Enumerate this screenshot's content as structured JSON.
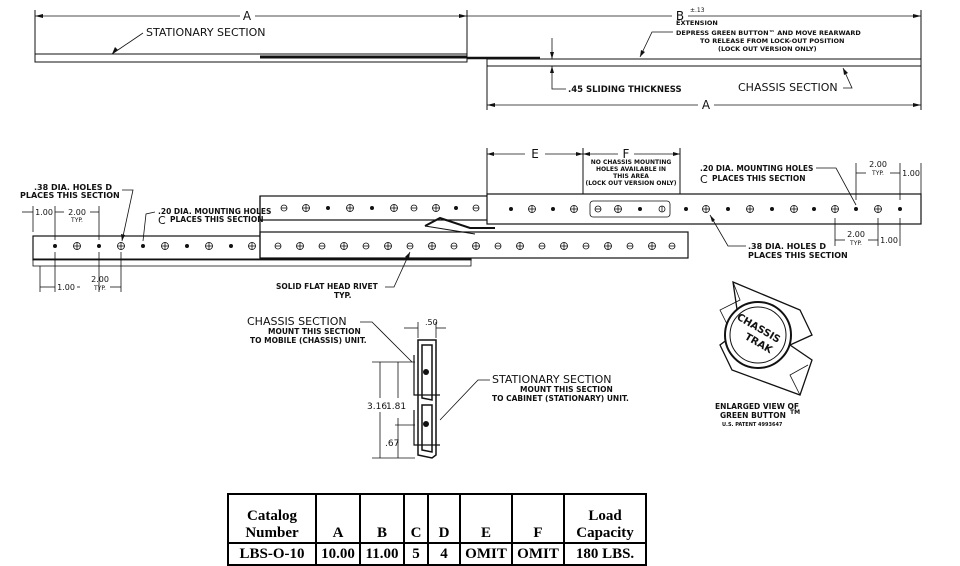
{
  "top_view": {
    "dim_a": "A",
    "dim_b": "B",
    "dim_b_tol": "±.13",
    "extension": "EXTENSION",
    "stationary_label": "STATIONARY SECTION",
    "green_button_note_1": "DEPRESS GREEN BUTTON™ AND MOVE REARWARD",
    "green_button_note_2": "TO RELEASE FROM LOCK-OUT POSITION",
    "green_button_note_3": "(LOCK OUT VERSION ONLY)",
    "sliding_thickness": ".45 SLIDING THICKNESS",
    "chassis_label": "CHASSIS SECTION",
    "dim_a_lower": "A"
  },
  "side_view": {
    "dim_e": "E",
    "dim_f": "F",
    "no_holes_1": "NO CHASSIS MOUNTING",
    "no_holes_2": "HOLES AVAILABLE IN",
    "no_holes_3": "THIS AREA",
    "no_holes_4": "(LOCK OUT VERSION ONLY)",
    "left_holes_1": ".38 DIA. HOLES D",
    "left_holes_2": "PLACES THIS SECTION",
    "dim_100_l": "1.00",
    "dim_200_l": "2.00",
    "typ": "TYP.",
    "mount_holes_l_1": ".20 DIA. MOUNTING HOLES",
    "mount_holes_l_2": "C",
    "mount_holes_l_3": "PLACES THIS SECTION",
    "dim_100_lb": "1.00",
    "dim_200_lb": "2.00",
    "rivet_1": "SOLID FLAT HEAD RIVET",
    "rivet_2": "TYP.",
    "mount_holes_r_1": ".20 DIA. MOUNTING HOLES",
    "mount_holes_r_2": "C",
    "mount_holes_r_3": "PLACES THIS SECTION",
    "dim_200_r": "2.00",
    "dim_100_r": "1.00",
    "dim_200_rb": "2.00",
    "dim_100_rb": "1.00",
    "right_holes_1": ".38 DIA. HOLES D",
    "right_holes_2": "PLACES THIS SECTION"
  },
  "section_view": {
    "chassis_label": "CHASSIS SECTION",
    "chassis_sub_1": "MOUNT THIS SECTION",
    "chassis_sub_2": "TO MOBILE (CHASSIS) UNIT.",
    "width": ".50",
    "h_total": "3.16",
    "h_mid": "1.81",
    "h_low": ".67",
    "stationary_label": "STATIONARY SECTION",
    "stationary_sub_1": "MOUNT THIS SECTION",
    "stationary_sub_2": "TO CABINET (STATIONARY) UNIT."
  },
  "green_button": {
    "logo_text_1": "CHASSIS",
    "logo_text_2": "TRAK",
    "caption_1": "ENLARGED VIEW OF",
    "caption_2": "GREEN BUTTON",
    "tm": "TM",
    "patent": "U.S. PATENT 4993647"
  },
  "table": {
    "headers": [
      "Catalog Number",
      "A",
      "B",
      "C",
      "D",
      "E",
      "F",
      "Load Capacity"
    ],
    "header_lines": [
      [
        "Catalog",
        "Number"
      ],
      [
        "A"
      ],
      [
        "B"
      ],
      [
        "C"
      ],
      [
        "D"
      ],
      [
        "E"
      ],
      [
        "F"
      ],
      [
        "Load",
        "Capacity"
      ]
    ],
    "rows": [
      [
        "LBS-O-10",
        "10.00",
        "11.00",
        "5",
        "4",
        "OMIT",
        "OMIT",
        "180 LBS."
      ]
    ]
  }
}
